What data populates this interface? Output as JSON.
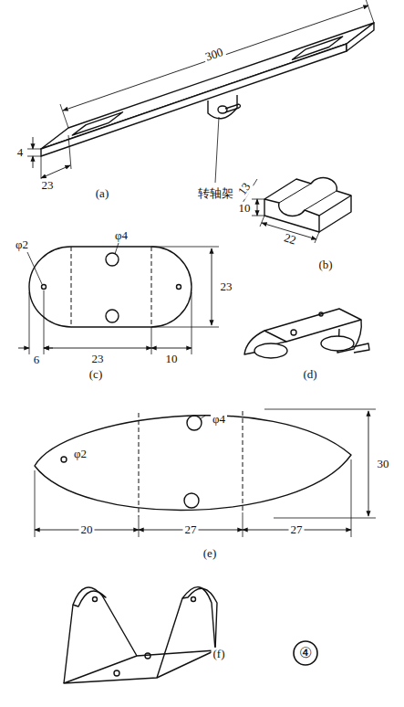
{
  "diagram": {
    "labels": [
      "300",
      "4",
      "23",
      "转轴架",
      "(a)",
      "13",
      "10",
      "22",
      "(b)",
      "φ2",
      "φ4",
      "23",
      "6",
      "23",
      "10",
      "(c)",
      "(d)",
      "φ2",
      "φ4",
      "30",
      "20",
      "27",
      "27",
      "(e)",
      "(f)",
      "④"
    ]
  }
}
